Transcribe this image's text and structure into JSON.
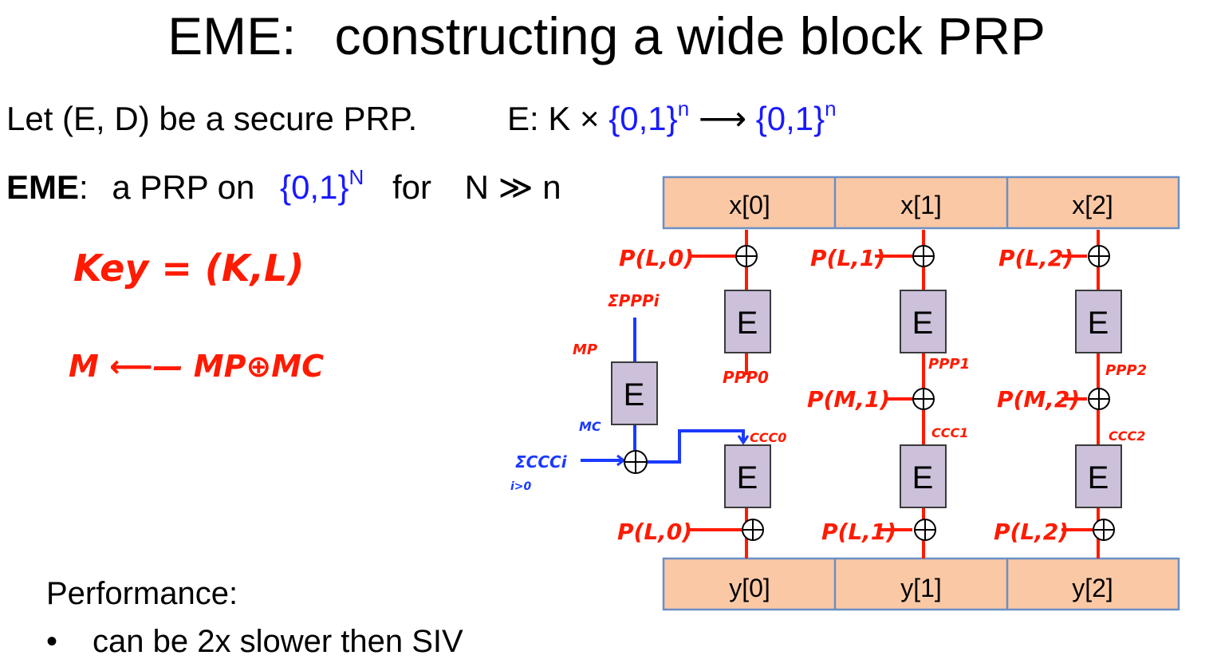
{
  "slide": {
    "title_left": "EME:",
    "title_right": "constructing a wide block PRP",
    "line1": {
      "left": "Let  (E, D) be a secure PRP.",
      "e_label": "E: K ×",
      "set1": "{0,1}",
      "sup1": "n",
      "arrow": "⟶",
      "set2": "{0,1}",
      "sup2": "n"
    },
    "line2": {
      "eme": "EME",
      "colon": ":",
      "text": "a PRP on",
      "set": "{0,1}",
      "sup": "N",
      "for": "for",
      "relation": "N ≫ n"
    },
    "performance": {
      "heading": "Performance:",
      "bullet": "•",
      "item": "can be 2x slower then SIV"
    }
  },
  "annotations": {
    "key": "Key = (K,L)",
    "m_def": "M ⟵— MP⊕MC"
  },
  "diagram": {
    "inputs": [
      "x[0]",
      "x[1]",
      "x[2]"
    ],
    "outputs": [
      "y[0]",
      "y[1]",
      "y[2]"
    ],
    "block_label": "E",
    "xor_symbol": "⊕",
    "top_masks": [
      "P(L,0)",
      "P(L,1)",
      "P(L,2)"
    ],
    "mid_masks": [
      "P(M,1)",
      "P(M,2)"
    ],
    "bottom_masks": [
      "P(L,0)",
      "P(L,1)",
      "P(L,2)"
    ],
    "ppp_labels": [
      "PPP0",
      "PPP1",
      "PPP2"
    ],
    "ccc_labels": [
      "CCC0",
      "CCC1",
      "CCC2"
    ],
    "sum_ppp": "ΣPPPi",
    "mp": "MP",
    "mc": "MC",
    "sum_ccc": "ΣCCCi",
    "sum_ccc_sub": "i>0"
  },
  "colors": {
    "box_fill": "#fbc8a5",
    "box_border": "#6b8fc4",
    "block_fill": "#ccc0da",
    "block_border": "#3b3b3b",
    "ink_red": "#ff1a00",
    "ink_blue": "#1a3aff",
    "text_blue": "#1a1aff"
  }
}
